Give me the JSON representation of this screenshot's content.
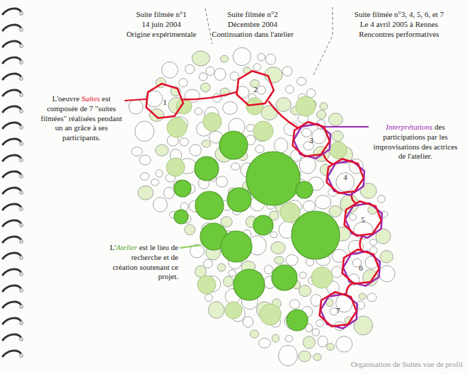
{
  "diagram": {
    "caption": "Organisation de Suites vue de profil",
    "nodes": [
      {
        "text": [
          "1"
        ]
      },
      {
        "text": [
          "2"
        ]
      },
      {
        "text": [
          "3"
        ]
      },
      {
        "text": [
          "4"
        ]
      },
      {
        "text": [
          "5"
        ]
      },
      {
        "text": [
          "6"
        ]
      },
      {
        "text": [
          "7"
        ]
      }
    ],
    "edges": [
      {
        "from": 0,
        "to": 1,
        "arrow": "none"
      },
      {
        "from": 1,
        "to": 2,
        "arrow": "none"
      },
      {
        "from": 2,
        "to": 3,
        "arrow": "none"
      },
      {
        "from": 3,
        "to": 4,
        "arrow": "none"
      },
      {
        "from": 4,
        "to": 5,
        "arrow": "none"
      },
      {
        "from": 5,
        "to": 6,
        "arrow": "none"
      }
    ],
    "labels": [
      "Suite filmée n°1",
      "14 juin 2004",
      "Origine expérimentale",
      "Suite filmée n°2",
      "Décembre 2004",
      "Continuation dans l'atelier",
      "Suite filmée n°3, 4, 5, 6, et 7",
      "Le 4 avril 2005 à Rennes",
      "Rencontres performatives",
      "L'oeuvre",
      "Suites",
      "est composée de 7 \"suites filmées\" réalisées pendant un an grâce à ses participants.",
      "Interprétations",
      "des participations par les improvisations des actrices de l'atelier.",
      "L'",
      "Atelier",
      "est le lieu de recherche et de création soutenant ce projet."
    ]
  }
}
